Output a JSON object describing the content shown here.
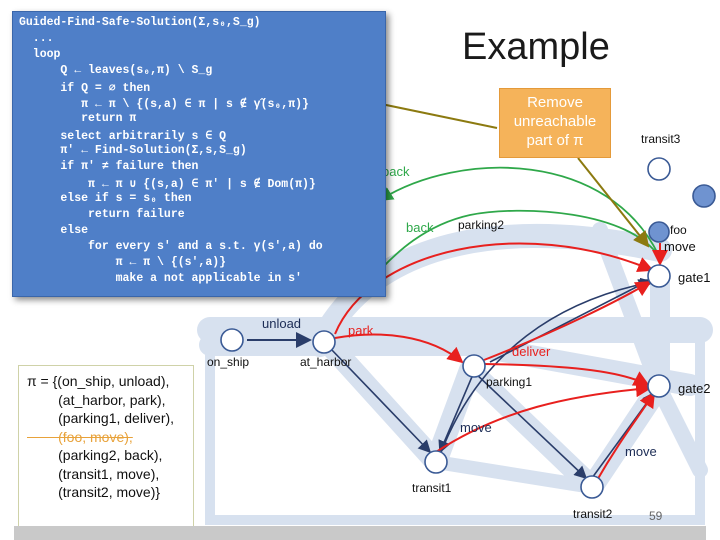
{
  "title": "Example",
  "algorithm": {
    "lines": [
      "Guided-Find-Safe-Solution(Σ,s₀,S_g)",
      "  ...",
      "  loop",
      "      Q ← leaves(s₀,π) \\ S_g",
      "      if Q = ∅ then",
      "         π ← π \\ {(s,a) ∈ π | s ∉ γ̂(s₀,π)}",
      "         return π",
      "      select arbitrarily s ∈ Q",
      "      π′ ← Find-Solution(Σ,s,S_g)",
      "      if π′ ≠ failure then",
      "          π ← π ∪ {(s,a) ∈ π′ | s ∉ Dom(π)}",
      "      else if s = s₀ then",
      "          return failure",
      "      else",
      "          for every s′ and a s.t. γ(s′,a) do",
      "              π ← π \\ {(s′,a)}",
      "              make a not applicable in s′"
    ]
  },
  "callout": {
    "line1": "Remove",
    "line2": "unreachable",
    "line3": "part of π"
  },
  "states": {
    "on_ship": "on_ship",
    "at_harbor": "at_harbor",
    "parking1": "parking1",
    "parking2": "parking2",
    "transit1": "transit1",
    "transit2": "transit2",
    "transit3": "transit3",
    "gate1": "gate1",
    "gate2": "gate2",
    "foo": "foo"
  },
  "actions": {
    "unload": "unload",
    "park": "park",
    "deliver": "deliver",
    "back1": "back",
    "back2": "back",
    "move_foo": "move",
    "move1": "move",
    "move2": "move"
  },
  "policy": {
    "rows": [
      "π = {(on_ship, unload),",
      "        (at_harbor, park),",
      "        (parking1, deliver),",
      "        (foo, move),",
      "        (parking2, back),",
      "        (transit1, move),",
      "        (transit2, move)}"
    ]
  },
  "page_number": "59",
  "colors": {
    "algo_bg": "#4f7fc8",
    "callout_bg": "#f5b35a",
    "policy_edge": "#e8201e",
    "green_edge": "#2fa84a",
    "node_fill": "#ffffff",
    "node_dark": "#6f93d0",
    "band": "#d7e1ef"
  }
}
